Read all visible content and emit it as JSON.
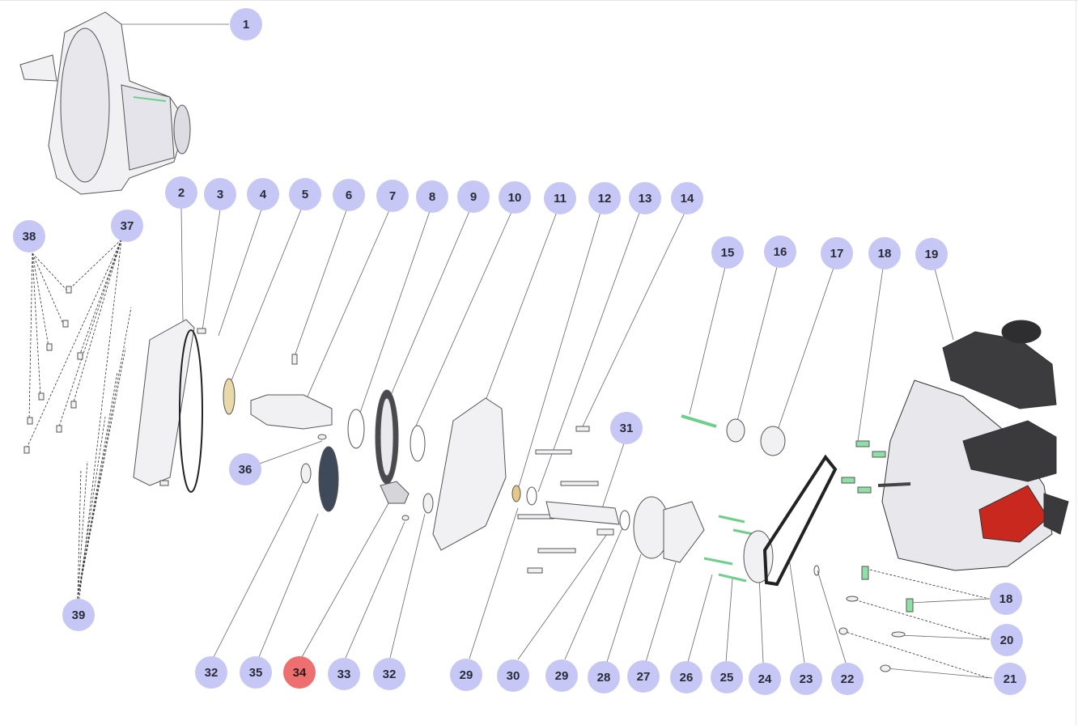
{
  "diagram": {
    "active_callout": "34",
    "colors": {
      "callout_bg": "#c7c7f5",
      "callout_active_bg": "#ee6f6f",
      "callout_text": "#2a2a3a",
      "part_fill": "#f1f1f3",
      "part_stroke": "#555555",
      "engine_dark": "#3c3c3e",
      "engine_red": "#c8281e",
      "fastener_green": "#8fe0a6",
      "leader": "#666666"
    },
    "callouts": [
      {
        "label": "1"
      },
      {
        "label": "2"
      },
      {
        "label": "3"
      },
      {
        "label": "4"
      },
      {
        "label": "5"
      },
      {
        "label": "6"
      },
      {
        "label": "7"
      },
      {
        "label": "8"
      },
      {
        "label": "9"
      },
      {
        "label": "10"
      },
      {
        "label": "11"
      },
      {
        "label": "12"
      },
      {
        "label": "13"
      },
      {
        "label": "14"
      },
      {
        "label": "15"
      },
      {
        "label": "16"
      },
      {
        "label": "17"
      },
      {
        "label": "18"
      },
      {
        "label": "19"
      },
      {
        "label": "31"
      },
      {
        "label": "36"
      },
      {
        "label": "37"
      },
      {
        "label": "38"
      },
      {
        "label": "39"
      },
      {
        "label": "32"
      },
      {
        "label": "35"
      },
      {
        "label": "34"
      },
      {
        "label": "33"
      },
      {
        "label": "32"
      },
      {
        "label": "29"
      },
      {
        "label": "30"
      },
      {
        "label": "29"
      },
      {
        "label": "28"
      },
      {
        "label": "27"
      },
      {
        "label": "26"
      },
      {
        "label": "25"
      },
      {
        "label": "24"
      },
      {
        "label": "23"
      },
      {
        "label": "22"
      },
      {
        "label": "18"
      },
      {
        "label": "20"
      },
      {
        "label": "21"
      }
    ]
  }
}
